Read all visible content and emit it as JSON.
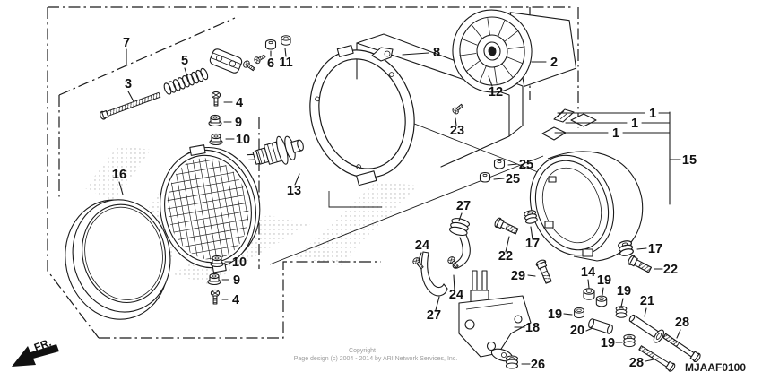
{
  "diagram": {
    "code": "MJAAF0100",
    "fr_label": "FR.",
    "copyright_line1": "Copyright",
    "copyright_line2": "Page design (c) 2004 - 2014 by ARI Network Services, Inc."
  },
  "colors": {
    "line": "#1a1a1a",
    "background": "#ffffff",
    "copyright_text": "#9b9b9b",
    "watermark_dot": "#c6c6c6"
  },
  "callouts": [
    {
      "label": "7"
    },
    {
      "label": "5"
    },
    {
      "label": "3"
    },
    {
      "label": "6"
    },
    {
      "label": "11"
    },
    {
      "label": "4"
    },
    {
      "label": "9"
    },
    {
      "label": "10"
    },
    {
      "label": "8"
    },
    {
      "label": "2"
    },
    {
      "label": "12"
    },
    {
      "label": "23"
    },
    {
      "label": "16"
    },
    {
      "label": "13"
    },
    {
      "label": "10"
    },
    {
      "label": "9"
    },
    {
      "label": "4"
    },
    {
      "label": "25"
    },
    {
      "label": "25"
    },
    {
      "label": "27"
    },
    {
      "label": "24"
    },
    {
      "label": "24"
    },
    {
      "label": "27"
    },
    {
      "label": "22"
    },
    {
      "label": "17"
    },
    {
      "label": "29"
    },
    {
      "label": "17"
    },
    {
      "label": "22"
    },
    {
      "label": "14"
    },
    {
      "label": "19"
    },
    {
      "label": "19"
    },
    {
      "label": "19"
    },
    {
      "label": "19"
    },
    {
      "label": "20"
    },
    {
      "label": "21"
    },
    {
      "label": "28"
    },
    {
      "label": "28"
    },
    {
      "label": "18"
    },
    {
      "label": "26"
    },
    {
      "label": "15"
    },
    {
      "label": "1"
    },
    {
      "label": "1"
    },
    {
      "label": "1"
    }
  ]
}
